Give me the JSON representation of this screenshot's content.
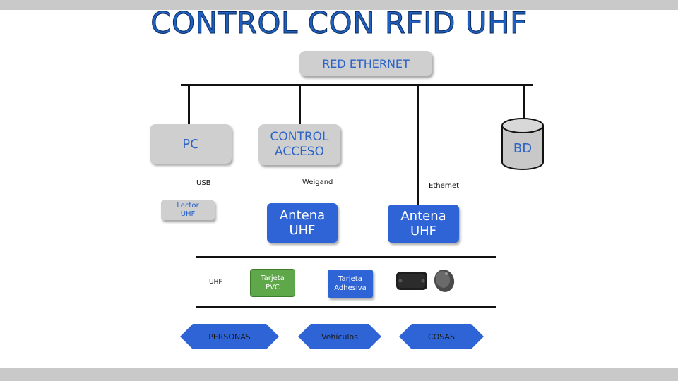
{
  "title": "CONTROL CON RFID UHF",
  "nodes": {
    "red_ethernet": "RED ETHERNET",
    "pc": "PC",
    "control_acceso_1": "CONTROL",
    "control_acceso_2": "ACCESO",
    "bd": "BD",
    "lector_1": "Lector",
    "lector_2": "UHF",
    "antena1_1": "Antena",
    "antena1_2": "UHF",
    "antena2_1": "Antena",
    "antena2_2": "UHF",
    "tarjeta_pvc_1": "Tarjeta",
    "tarjeta_pvc_2": "PVC",
    "tarjeta_adh_1": "Tarjeta",
    "tarjeta_adh_2": "Adhesiva"
  },
  "connection_labels": {
    "usb": "USB",
    "weigand": "Weigand",
    "ethernet": "Ethernet",
    "uhf": "UHF"
  },
  "categories": [
    "PERSONAS",
    "Vehículos",
    "COSAS"
  ],
  "colors": {
    "title": "#1f5fbf",
    "gray_box": "#cfcfcf",
    "blue_box": "#2e64d6",
    "green_box": "#5fa84a",
    "hexagon": "#2e64d6"
  }
}
